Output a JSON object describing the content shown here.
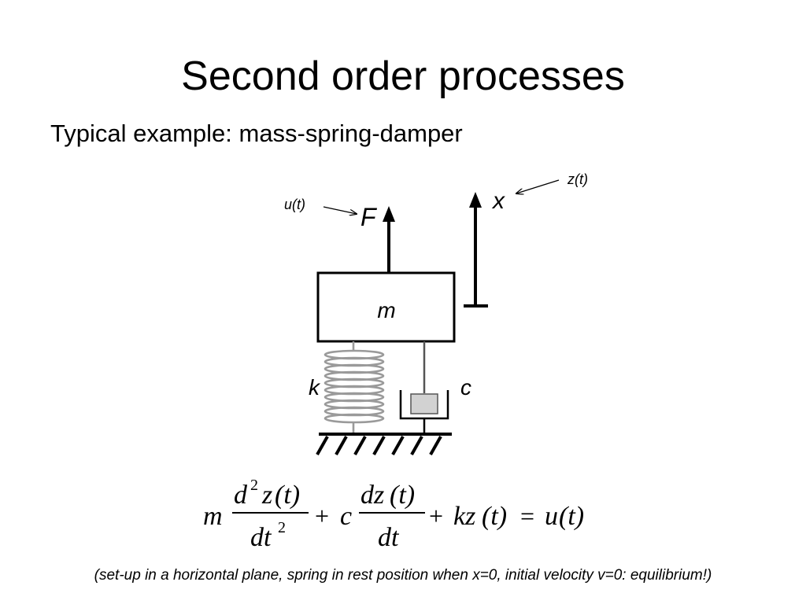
{
  "slide": {
    "title": "Second order processes",
    "subtitle": "Typical example: mass-spring-damper",
    "footnote": "(set-up in a horizontal plane, spring in rest position when x=0, initial velocity v=0: equilibrium!)"
  },
  "diagram": {
    "force_label": "F",
    "force_annotation": "u(t)",
    "displacement_label": "x",
    "displacement_annotation": "z(t)",
    "mass_label": "m",
    "spring_label": "k",
    "damper_label": "c"
  },
  "equation": {
    "t1_coef": "m",
    "t1_num_d": "d",
    "t1_num_exp": "2",
    "t1_num_z": "z",
    "t1_num_arg": "(t)",
    "t1_den_dt": "dt",
    "t1_den_exp": "2",
    "op1": "+",
    "t2_coef": "c",
    "t2_num": "dz",
    "t2_num_arg": "(t)",
    "t2_den": "dt",
    "op2": "+",
    "t3": "kz",
    "t3_arg": "(t)",
    "eq": "=",
    "rhs": "u",
    "rhs_arg": "(t)"
  }
}
